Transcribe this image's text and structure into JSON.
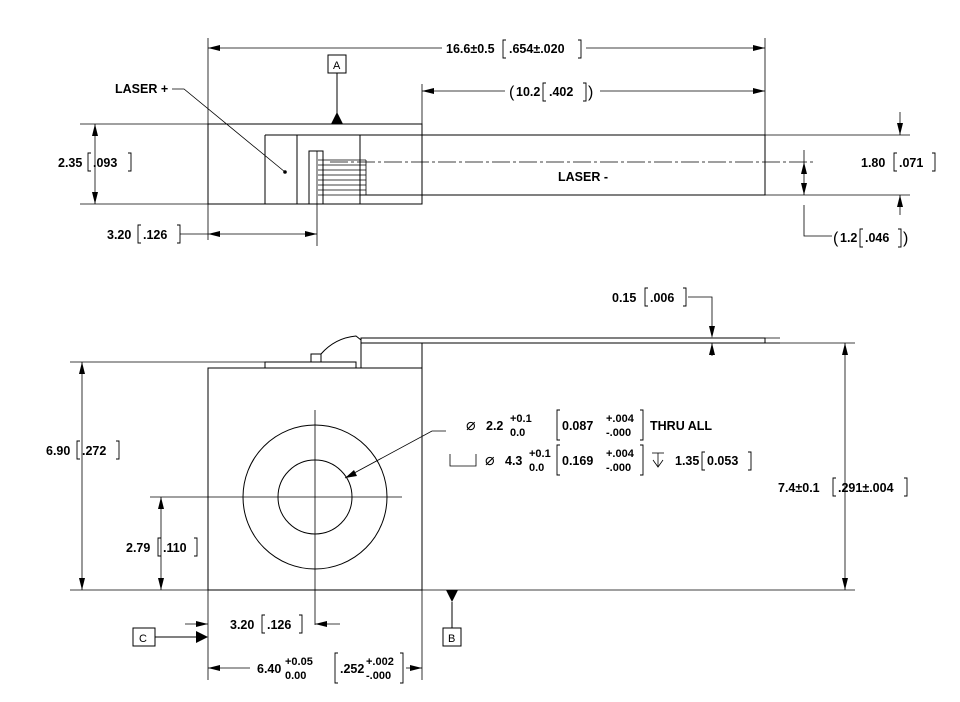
{
  "top_view": {
    "label_laser_plus": "LASER +",
    "label_laser_minus": "LASER -",
    "overall_length": "16.6±0.5",
    "overall_length_in": ".654±.020",
    "tab_length": "10.2",
    "tab_length_in": ".402",
    "body_height": "2.35",
    "body_height_in": ".093",
    "body_offset": "3.20",
    "body_offset_in": ".126",
    "tab_width": "1.80",
    "tab_width_in": ".071",
    "tab_offset": "1.2",
    "tab_offset_in": ".046",
    "datum_a": "A"
  },
  "front_view": {
    "tab_thickness": "0.15",
    "tab_thickness_in": ".006",
    "body_height": "6.90",
    "body_height_in": ".272",
    "hole_center_y": "2.79",
    "hole_center_y_in": ".110",
    "hole_center_x": "3.20",
    "hole_center_x_in": ".126",
    "overall_height": "7.4±0.1",
    "overall_height_in": ".291±.004",
    "width_nominal": "6.40",
    "width_tol_plus": "+0.05",
    "width_tol_minus": "0.00",
    "width_nominal_in": ".252",
    "width_tol_plus_in": "+.002",
    "width_tol_minus_in": "-.000",
    "hole1_dia": "2.2",
    "hole1_tol_plus": "+0.1",
    "hole1_tol_minus": "0.0",
    "hole1_dia_in": "0.087",
    "hole1_tol_plus_in": "+.004",
    "hole1_tol_minus_in": "-.000",
    "hole1_note": "THRU ALL",
    "cbore_dia": "4.3",
    "cbore_tol_plus": "+0.1",
    "cbore_tol_minus": "0.0",
    "cbore_dia_in": "0.169",
    "cbore_tol_plus_in": "+.004",
    "cbore_tol_minus_in": "-.000",
    "cbore_depth": "1.35",
    "cbore_depth_in": "0.053",
    "datum_b": "B",
    "datum_c": "C"
  }
}
